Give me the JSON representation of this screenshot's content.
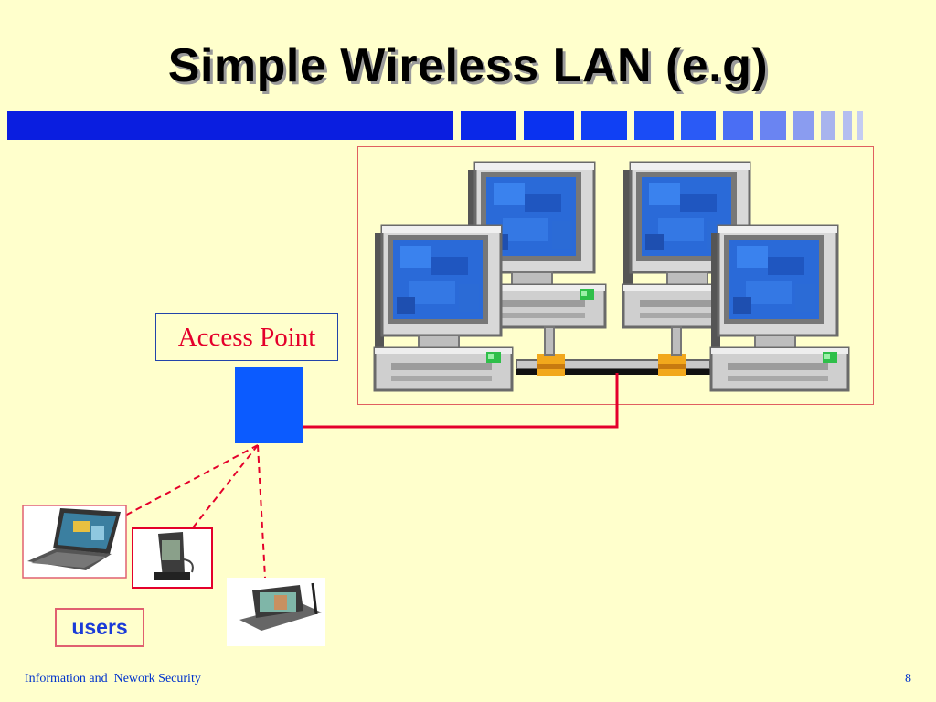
{
  "slide": {
    "title": "Simple Wireless LAN  (e.g)",
    "access_point_label": "Access Point",
    "users_label": "users",
    "footer_text": "Information and  Nework Security",
    "page_number": "8"
  },
  "icons": {
    "lan_computers": "desktop-computer-icon",
    "laptop": "laptop-icon",
    "pda": "pda-icon",
    "communicator": "handheld-communicator-icon"
  },
  "colors": {
    "background": "#ffffcc",
    "title_bar": "#0a1ee0",
    "access_point": "#0b5bff",
    "link_red": "#e4002b",
    "label_red": "#e4002b",
    "label_blue": "#1a3bd8"
  }
}
